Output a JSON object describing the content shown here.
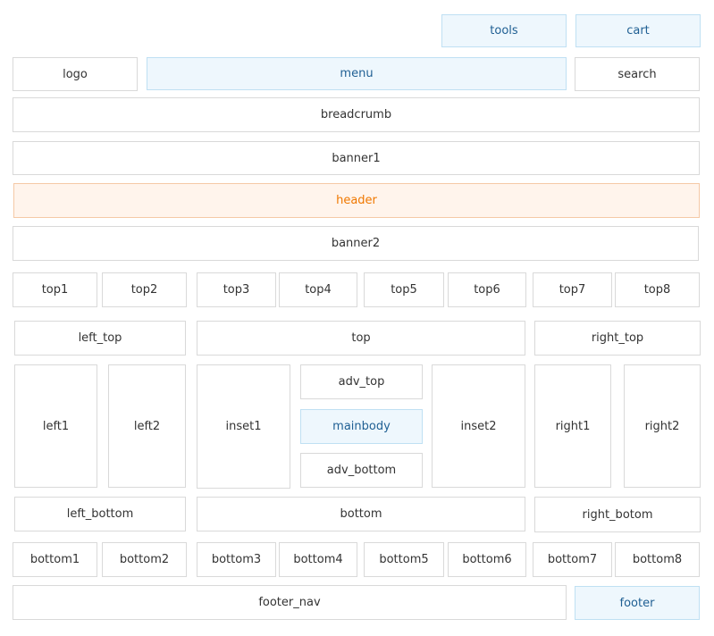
{
  "colors": {
    "border": "#d9d9d9",
    "highlight_blue_bg": "#eef7fd",
    "highlight_blue_border": "#bfe0f3",
    "highlight_blue_text": "#1f5f93",
    "highlight_orange_bg": "#fff4ec",
    "highlight_orange_border": "#f5c9a6",
    "highlight_orange_text": "#f07800"
  },
  "positions": [
    {
      "id": "tools",
      "label": "tools",
      "style": "blue"
    },
    {
      "id": "cart",
      "label": "cart",
      "style": "blue"
    },
    {
      "id": "logo",
      "label": "logo"
    },
    {
      "id": "menu",
      "label": "menu",
      "style": "blue"
    },
    {
      "id": "search",
      "label": "search"
    },
    {
      "id": "breadcrumb",
      "label": "breadcrumb"
    },
    {
      "id": "banner1",
      "label": "banner1"
    },
    {
      "id": "header",
      "label": "header",
      "style": "orange"
    },
    {
      "id": "banner2",
      "label": "banner2"
    },
    {
      "id": "top1",
      "label": "top1"
    },
    {
      "id": "top2",
      "label": "top2"
    },
    {
      "id": "top3",
      "label": "top3"
    },
    {
      "id": "top4",
      "label": "top4"
    },
    {
      "id": "top5",
      "label": "top5"
    },
    {
      "id": "top6",
      "label": "top6"
    },
    {
      "id": "top7",
      "label": "top7"
    },
    {
      "id": "top8",
      "label": "top8"
    },
    {
      "id": "left_top",
      "label": "left_top"
    },
    {
      "id": "top",
      "label": "top"
    },
    {
      "id": "right_top",
      "label": "right_top"
    },
    {
      "id": "left1",
      "label": "left1"
    },
    {
      "id": "left2",
      "label": "left2"
    },
    {
      "id": "inset1",
      "label": "inset1"
    },
    {
      "id": "adv_top",
      "label": "adv_top"
    },
    {
      "id": "mainbody",
      "label": "mainbody",
      "style": "blue"
    },
    {
      "id": "adv_bottom",
      "label": "adv_bottom"
    },
    {
      "id": "inset2",
      "label": "inset2"
    },
    {
      "id": "right1",
      "label": "right1"
    },
    {
      "id": "right2",
      "label": "right2"
    },
    {
      "id": "left_bottom",
      "label": "left_bottom"
    },
    {
      "id": "bottom",
      "label": "bottom"
    },
    {
      "id": "right_bottom",
      "label": "right_botom"
    },
    {
      "id": "bottom1",
      "label": "bottom1"
    },
    {
      "id": "bottom2",
      "label": "bottom2"
    },
    {
      "id": "bottom3",
      "label": "bottom3"
    },
    {
      "id": "bottom4",
      "label": "bottom4"
    },
    {
      "id": "bottom5",
      "label": "bottom5"
    },
    {
      "id": "bottom6",
      "label": "bottom6"
    },
    {
      "id": "bottom7",
      "label": "bottom7"
    },
    {
      "id": "bottom8",
      "label": "bottom8"
    },
    {
      "id": "footer_nav",
      "label": "footer_nav"
    },
    {
      "id": "footer",
      "label": "footer",
      "style": "blue"
    }
  ]
}
